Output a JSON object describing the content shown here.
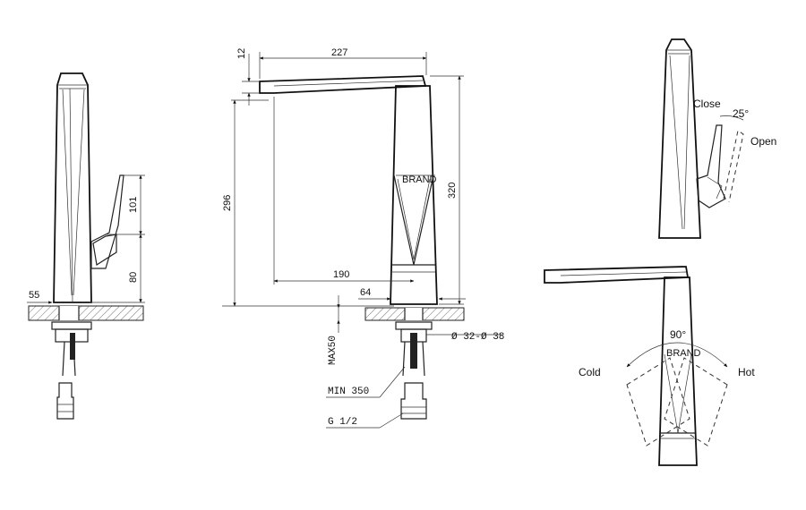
{
  "dimensions": {
    "d12": "12",
    "d227": "227",
    "d296": "296",
    "d320": "320",
    "d190": "190",
    "d64": "64",
    "d101": "101",
    "d80": "80",
    "d55": "55",
    "dia": "Ø 32-Ø 38",
    "max50": "MAX50",
    "min350": "MIN 350",
    "thread": "G 1/2"
  },
  "labels": {
    "close": "Close",
    "open": "Open",
    "angle25": "25°",
    "angle90": "90°",
    "cold": "Cold",
    "hot": "Hot"
  }
}
